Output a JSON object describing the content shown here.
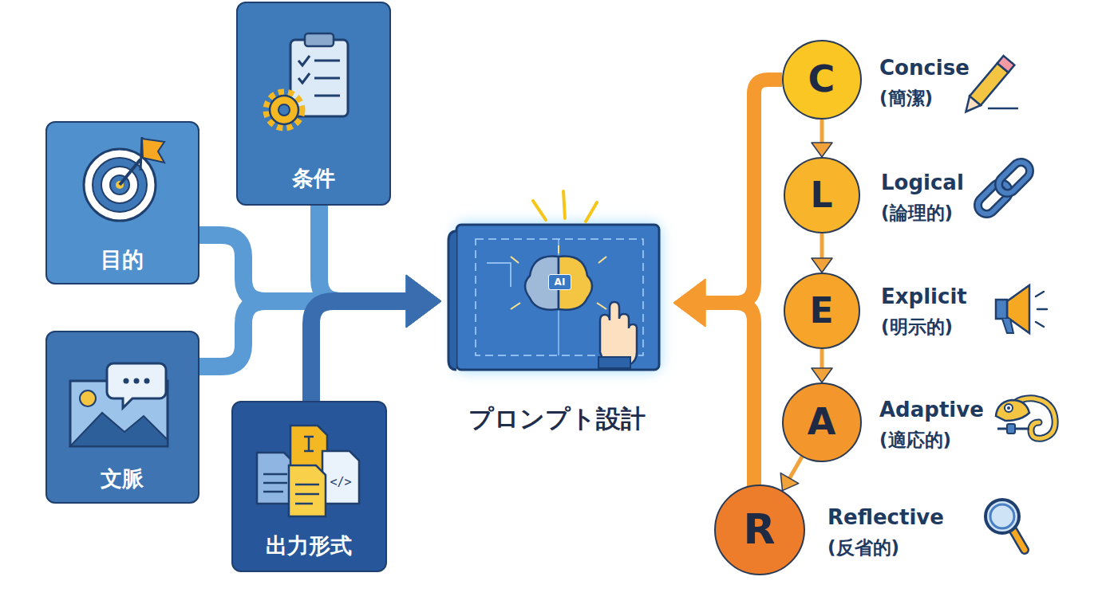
{
  "diagram": {
    "nodes": [
      {
        "text": [
          "目的"
        ]
      },
      {
        "text": [
          "条件"
        ]
      },
      {
        "text": [
          "文脈"
        ]
      },
      {
        "text": [
          "出力形式"
        ]
      },
      {
        "text": [
          "プロンプト設計"
        ]
      },
      {
        "text": [
          "C",
          "Concise",
          "(簡潔)"
        ]
      },
      {
        "text": [
          "L",
          "Logical",
          "(論理的)"
        ]
      },
      {
        "text": [
          "E",
          "Explicit",
          "(明示的)"
        ]
      },
      {
        "text": [
          "A",
          "Adaptive",
          "(適応的)"
        ]
      },
      {
        "text": [
          "R",
          "Reflective",
          "(反省的)"
        ]
      }
    ],
    "edges": [
      {
        "from": 0,
        "to": 4,
        "arrow": "to"
      },
      {
        "from": 1,
        "to": 4,
        "arrow": "to"
      },
      {
        "from": 2,
        "to": 4,
        "arrow": "to"
      },
      {
        "from": 3,
        "to": 4,
        "arrow": "to"
      },
      {
        "from": 5,
        "to": 6,
        "arrow": "to"
      },
      {
        "from": 6,
        "to": 7,
        "arrow": "to"
      },
      {
        "from": 7,
        "to": 8,
        "arrow": "to"
      },
      {
        "from": 8,
        "to": 9,
        "arrow": "to"
      },
      {
        "from": 5,
        "to": 4,
        "arrow": "to"
      },
      {
        "from": 9,
        "to": 4,
        "arrow": "to"
      }
    ],
    "labels": [
      "AI"
    ]
  }
}
